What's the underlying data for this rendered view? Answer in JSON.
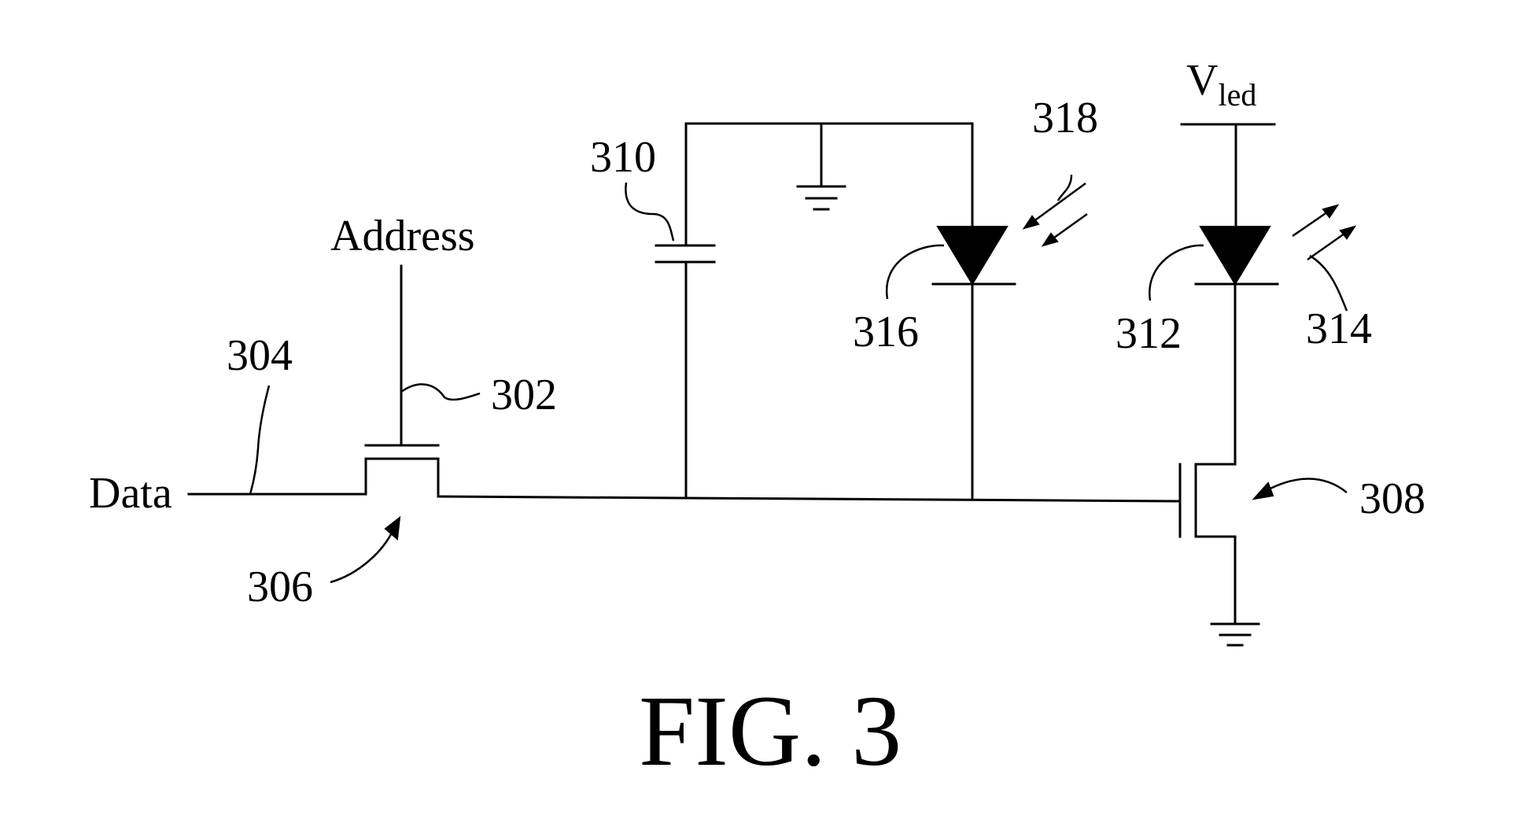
{
  "figure": {
    "caption": "FIG. 3"
  },
  "signals": {
    "data": "Data",
    "address": "Address",
    "supply_main": "V",
    "supply_sub": "led"
  },
  "refs": {
    "address_line": "302",
    "data_line": "304",
    "switch_transistor": "306",
    "drive_transistor": "308",
    "capacitor": "310",
    "led_emitter": "312",
    "emitted_light": "314",
    "photodiode": "316",
    "incident_light": "318"
  }
}
